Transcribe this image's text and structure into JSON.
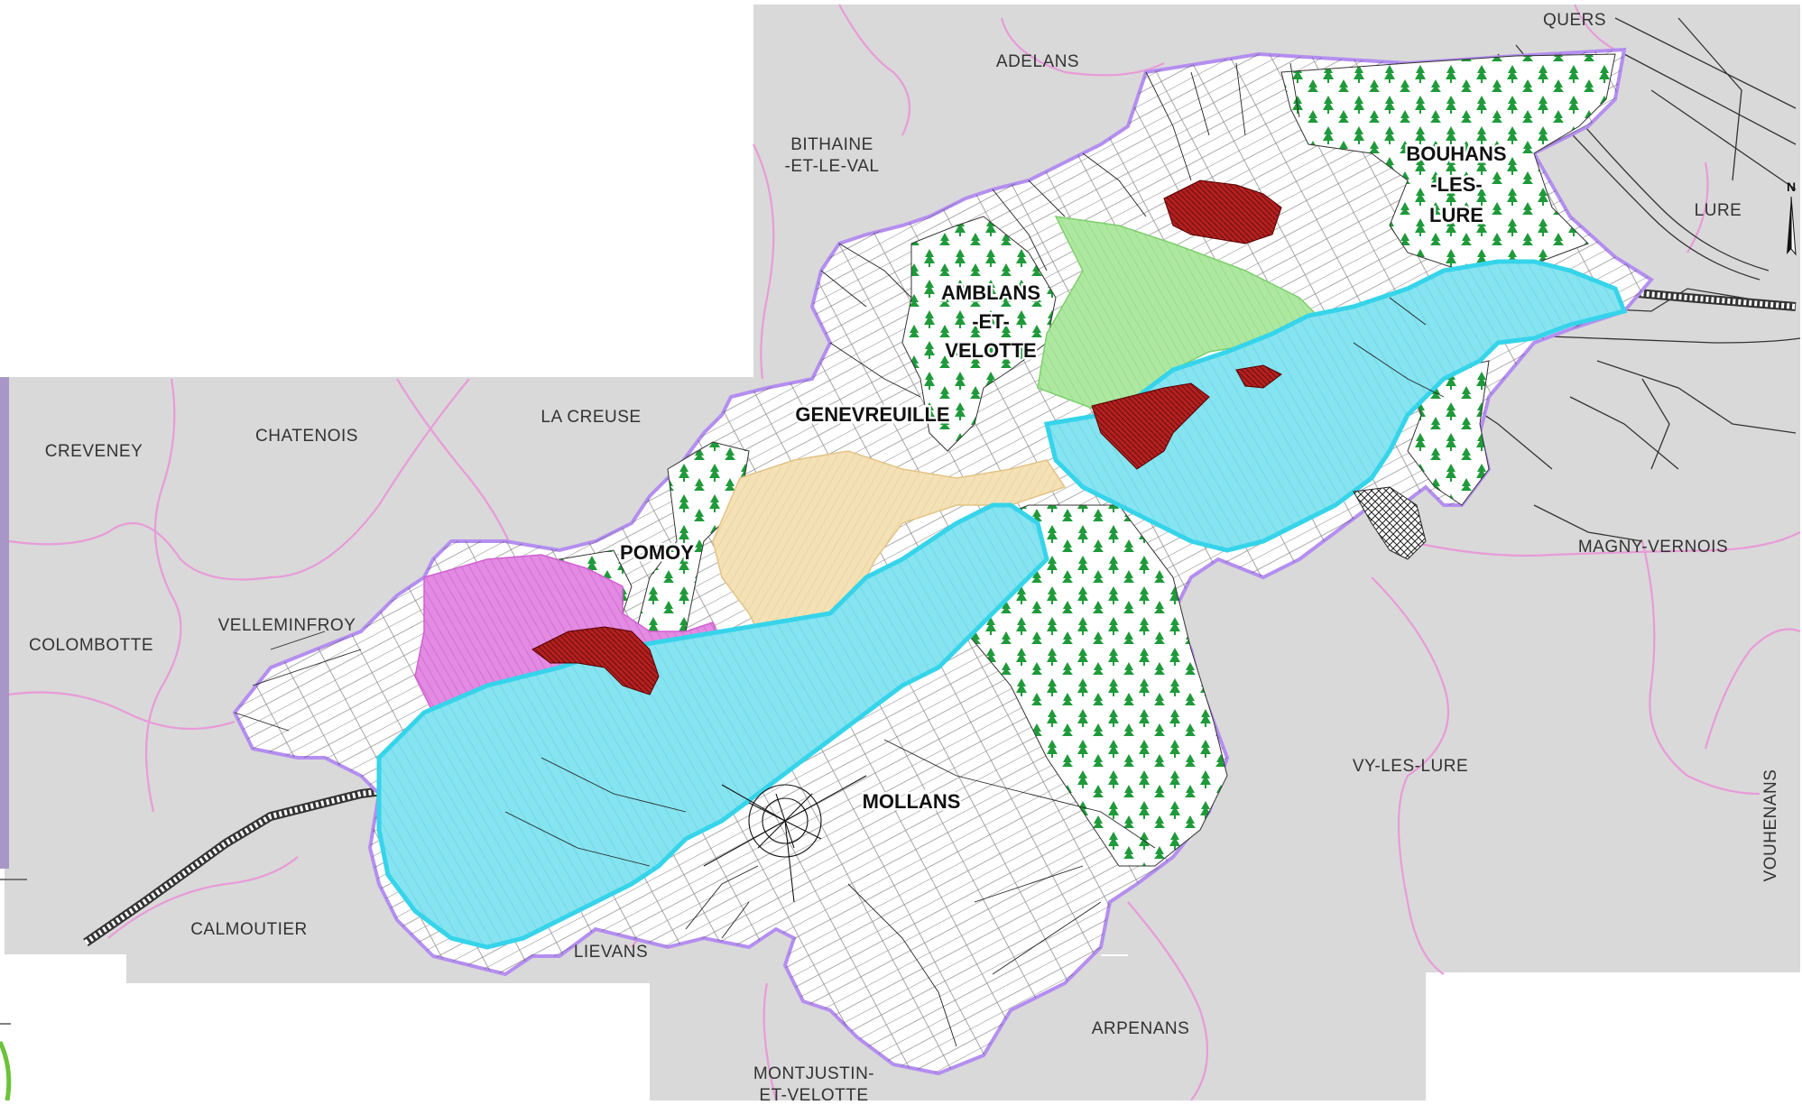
{
  "map": {
    "colors": {
      "background": "#d9d9d9",
      "boundary": "#e89bd8",
      "commune_outline": "#b48ef0",
      "forest_zone": "#ffffff",
      "tree_symbol": "#1f9a3a",
      "urban": "#b32020",
      "flood_zone": "#7fe0ee",
      "flood_outline": "#35d4ea",
      "agri_green": "#a8e59a",
      "agri_beige": "#f3deb0",
      "magenta_zone": "#e079e0",
      "rail": "#333333"
    },
    "outer_communes": [
      {
        "id": "quers",
        "label": "QUERS"
      },
      {
        "id": "adelans",
        "label": "ADELANS"
      },
      {
        "id": "bithaine-l1",
        "label": "BITHAINE"
      },
      {
        "id": "bithaine-l2",
        "label": "-ET-LE-VAL"
      },
      {
        "id": "lure",
        "label": "LURE"
      },
      {
        "id": "chatenois",
        "label": "CHATENOIS"
      },
      {
        "id": "creveney",
        "label": "CREVENEY"
      },
      {
        "id": "la-creuse",
        "label": "LA CREUSE"
      },
      {
        "id": "colombotte",
        "label": "COLOMBOTTE"
      },
      {
        "id": "velleminfroy",
        "label": "VELLEMINFROY"
      },
      {
        "id": "magny-vernois",
        "label": "MAGNY-VERNOIS"
      },
      {
        "id": "vy-les-lure",
        "label": "VY-LES-LURE"
      },
      {
        "id": "vouhenans",
        "label": "VOUHENANS"
      },
      {
        "id": "calmoutier",
        "label": "CALMOUTIER"
      },
      {
        "id": "lievans",
        "label": "LIEVANS"
      },
      {
        "id": "arpenans",
        "label": "ARPENANS"
      },
      {
        "id": "montjustin-l1",
        "label": "MONTJUSTIN-"
      },
      {
        "id": "montjustin-l2",
        "label": "ET-VELOTTE"
      }
    ],
    "inner_communes": [
      {
        "id": "bouhans-l1",
        "label": "BOUHANS"
      },
      {
        "id": "bouhans-l2",
        "label": "-LES-"
      },
      {
        "id": "bouhans-l3",
        "label": "LURE"
      },
      {
        "id": "amblans-l1",
        "label": "AMBLANS"
      },
      {
        "id": "amblans-l2",
        "label": "-ET-"
      },
      {
        "id": "amblans-l3",
        "label": "VELOTTE"
      },
      {
        "id": "genevreuille",
        "label": "GENEVREUILLE"
      },
      {
        "id": "pomoy",
        "label": "POMOY"
      },
      {
        "id": "mollans",
        "label": "MOLLANS"
      }
    ],
    "north_arrow": "N"
  }
}
